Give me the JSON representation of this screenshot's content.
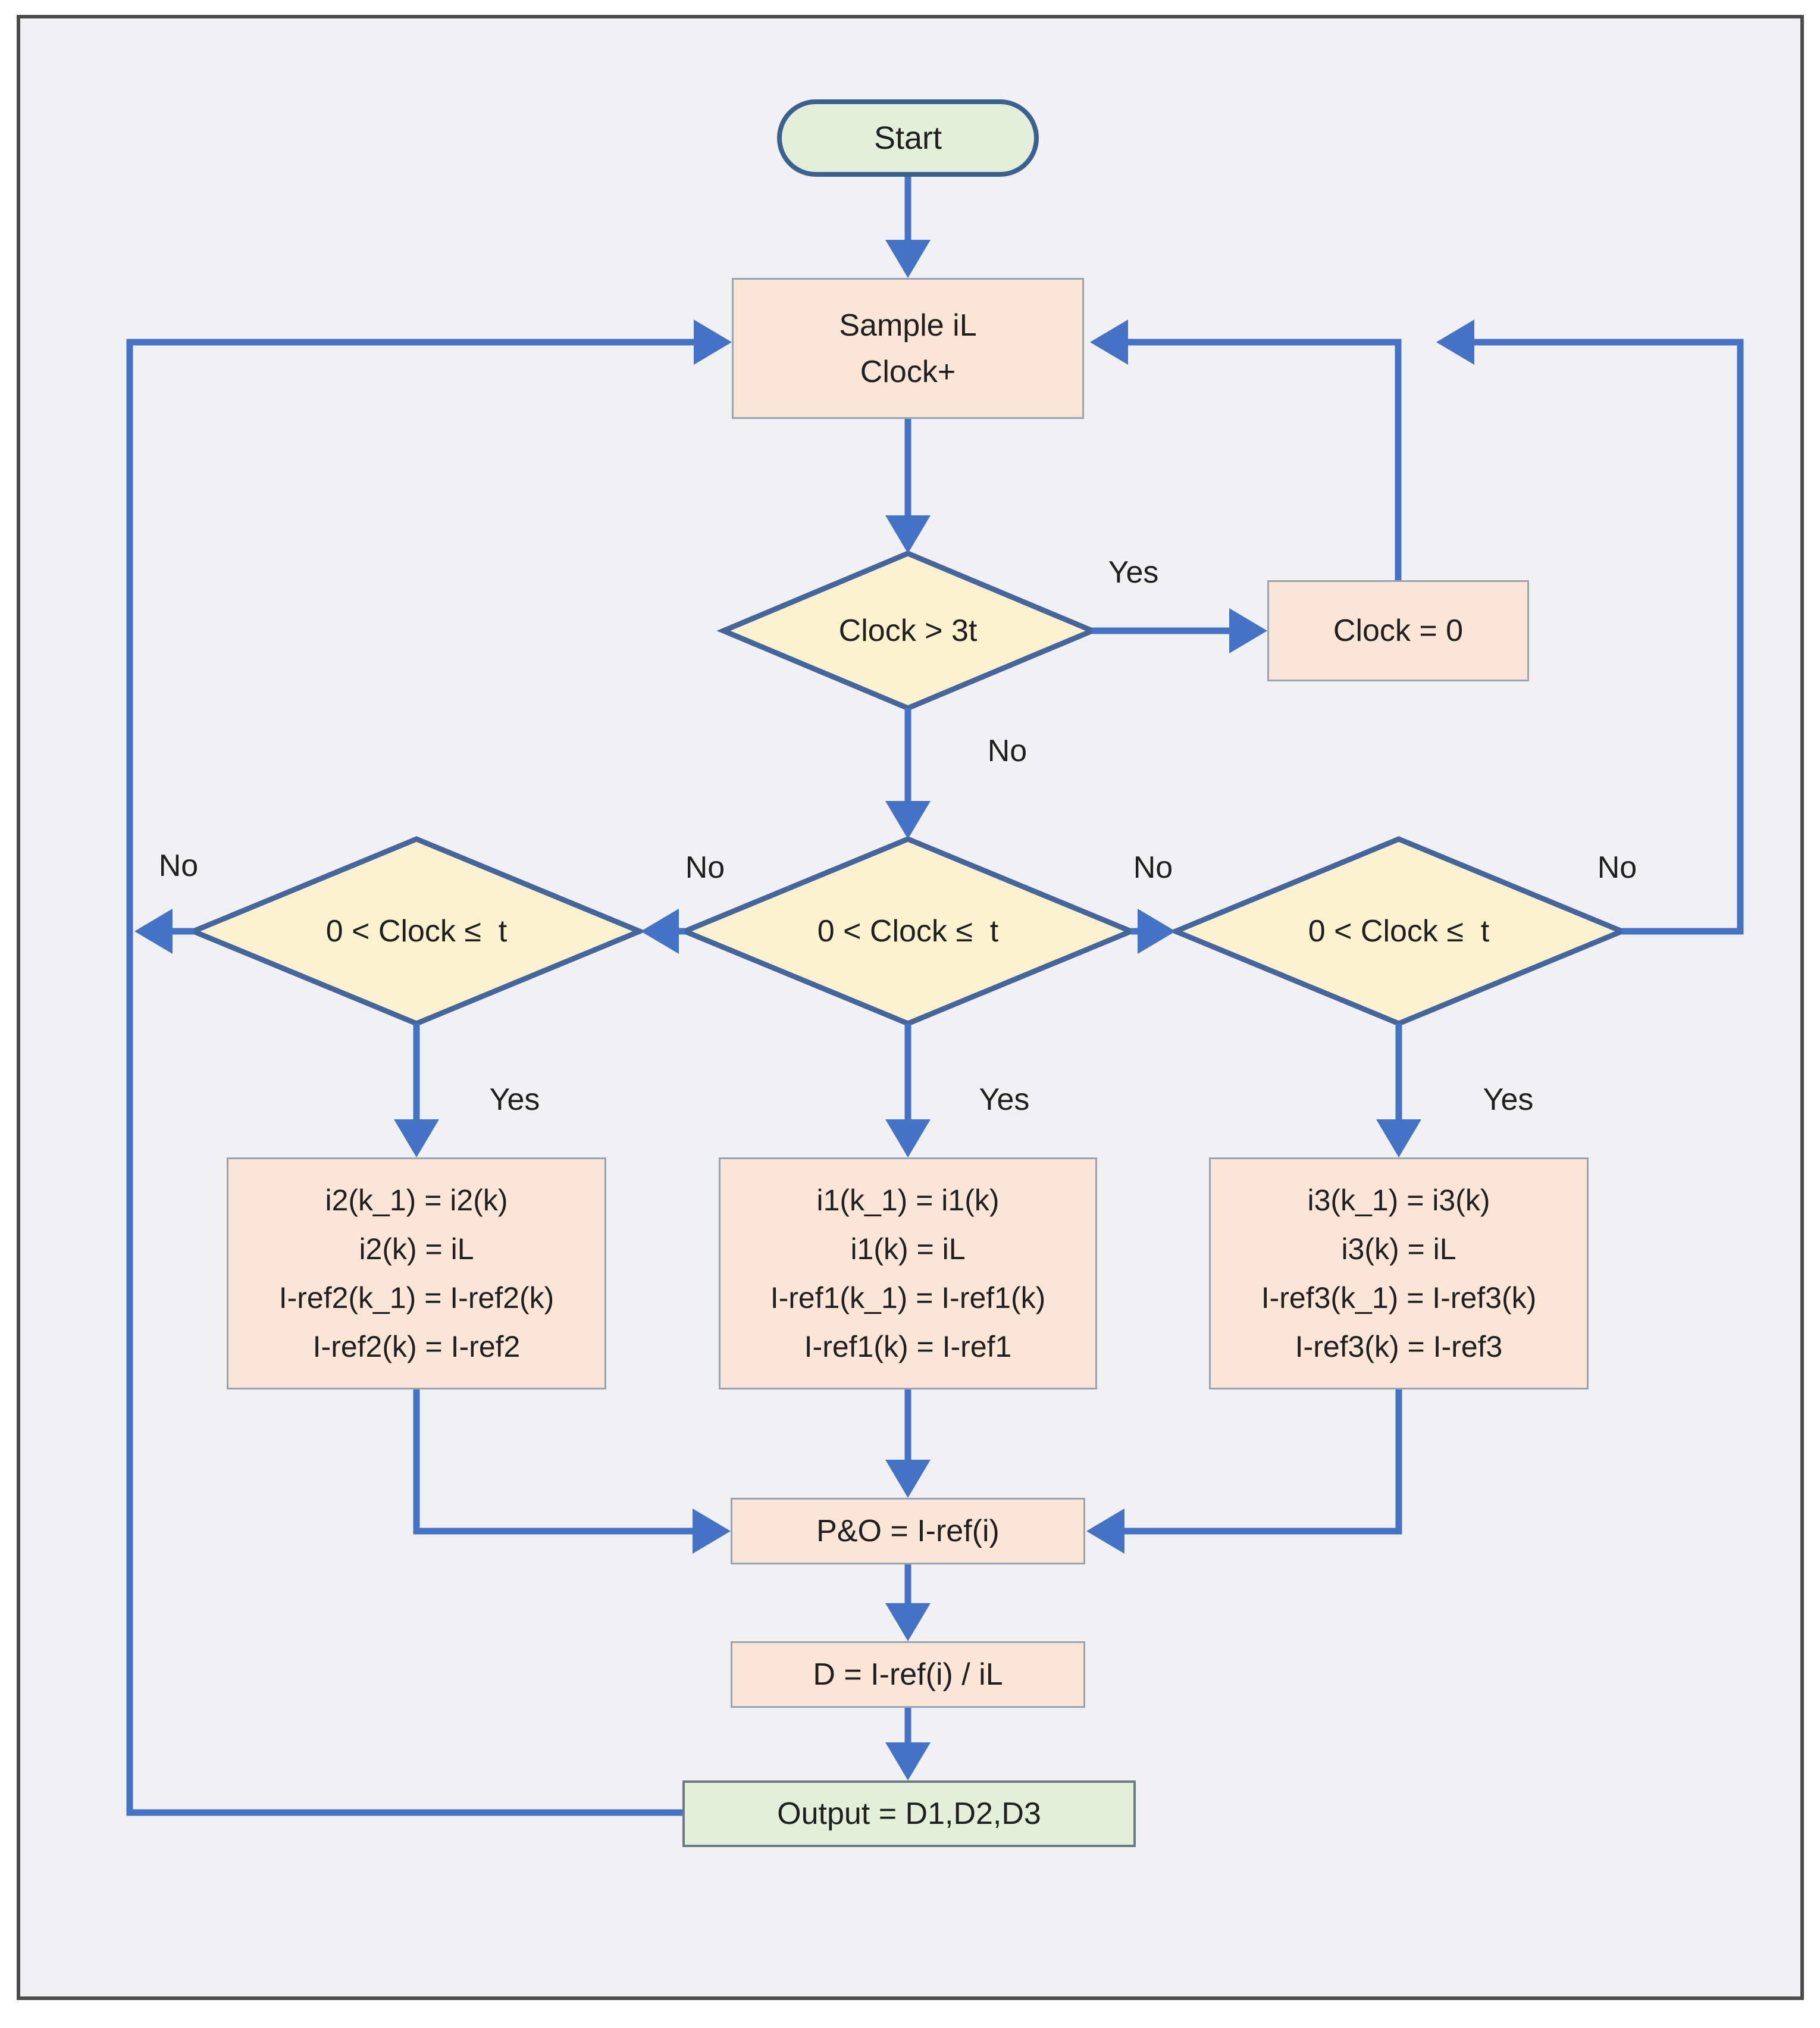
{
  "theme": {
    "canvas_bg": "#ffffff",
    "frame_bg": "#f1f1f3",
    "frame_border": "#4b4b4b",
    "arrow": "#4472c4",
    "terminal_fill": "#e2efd9",
    "terminal_border": "#3b6191",
    "process_fill": "#fbe5d6",
    "process_border": "#98a3b4",
    "decision_fill": "#fdf2d0",
    "decision_border": "#44669c",
    "output_fill": "#e2efd9",
    "output_border": "#6e7b85",
    "text": "#1f1f1f"
  },
  "nodes": {
    "start": {
      "label": "Start"
    },
    "sample": {
      "line1": "Sample iL",
      "line2": "Clock+"
    },
    "clock_check": {
      "label": "Clock > 3t"
    },
    "clock_reset": {
      "label": "Clock = 0"
    },
    "phase2_check": {
      "label": "0 < Clock ≤  t"
    },
    "phase1_check": {
      "label": "0 < Clock ≤  t"
    },
    "phase3_check": {
      "label": "0 < Clock ≤  t"
    },
    "phase2_update": {
      "lines": [
        "i2(k_1) = i2(k)",
        "i2(k) = iL",
        "I-ref2(k_1) = I-ref2(k)",
        "I-ref2(k) = I-ref2"
      ]
    },
    "phase1_update": {
      "lines": [
        "i1(k_1) = i1(k)",
        "i1(k) = iL",
        "I-ref1(k_1) = I-ref1(k)",
        "I-ref1(k) = I-ref1"
      ]
    },
    "phase3_update": {
      "lines": [
        "i3(k_1) = i3(k)",
        "i3(k) = iL",
        "I-ref3(k_1) = I-ref3(k)",
        "I-ref3(k) = I-ref3"
      ]
    },
    "po": {
      "label": "P&O = I-ref(i)"
    },
    "duty": {
      "label": "D = I-ref(i) / iL"
    },
    "output": {
      "label": "Output = D1,D2,D3"
    }
  },
  "edge_labels": {
    "clock_yes": "Yes",
    "clock_no": "No",
    "left_outer_no": "No",
    "left_inner_no": "No",
    "right_inner_no": "No",
    "right_outer_no": "No",
    "left_yes": "Yes",
    "center_yes": "Yes",
    "right_yes": "Yes"
  }
}
